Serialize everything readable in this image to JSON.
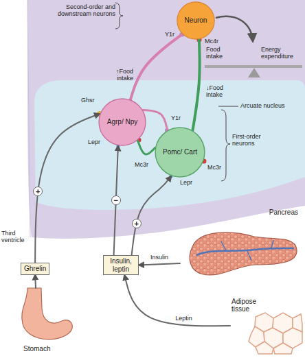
{
  "diagram": {
    "nodes": [
      {
        "text": [
          "Neuron"
        ]
      },
      {
        "text": [
          "Agrp/ Npy"
        ]
      },
      {
        "text": [
          "Pomc/ Cart"
        ]
      },
      {
        "text": [
          "Ghrelin"
        ]
      },
      {
        "text": [
          "Insulin, leptin"
        ]
      },
      {
        "text": [
          "Stomach"
        ]
      },
      {
        "text": [
          "Pancreas"
        ]
      },
      {
        "text": [
          "Adipose tissue"
        ]
      }
    ],
    "edges": [
      {
        "from": 5,
        "to": 3,
        "arrow": "to"
      },
      {
        "from": 3,
        "to": 1,
        "label": "+",
        "arrow": "to"
      },
      {
        "from": 4,
        "to": 1,
        "label": "−",
        "arrow": "to"
      },
      {
        "from": 4,
        "to": 2,
        "label": "+",
        "arrow": "to"
      },
      {
        "from": 6,
        "to": 4,
        "label": "Insulin",
        "arrow": "to"
      },
      {
        "from": 7,
        "to": 4,
        "label": "Leptin",
        "arrow": "to"
      },
      {
        "from": 1,
        "to": 0,
        "arrow": "none"
      },
      {
        "from": 1,
        "to": 2,
        "arrow": "none"
      },
      {
        "from": 2,
        "to": 0,
        "arrow": "none"
      },
      {
        "from": 2,
        "to": 1,
        "arrow": "none"
      }
    ],
    "labels": [
      "Second-order and downstream neurons",
      "Food intake",
      "Energy expenditure",
      "Y1r",
      "Mc4r",
      "↑Food intake",
      "↓Food intake",
      "Arcuate nucleus",
      "Y1r",
      "First-order neurons",
      "Ghsr",
      "Mc3r",
      "Lepr",
      "Lepr",
      "Mc3r",
      "Third ventricle"
    ]
  }
}
